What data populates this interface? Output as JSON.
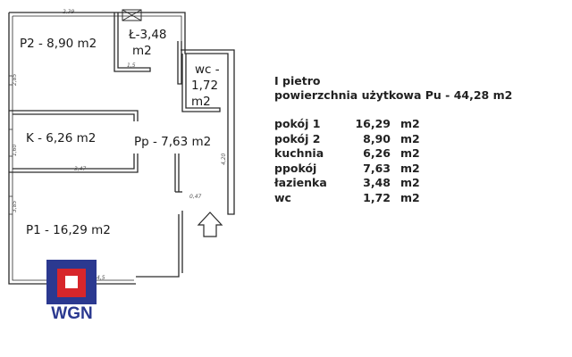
{
  "plan": {
    "rooms": {
      "p2": "P2 - 8,90 m2",
      "bath_line1": "Ł-3,48",
      "bath_line2": "m2",
      "wc_line1": "wc -",
      "wc_line2": "1,72",
      "wc_line3": "m2",
      "kitchen": "K - 6,26 m2",
      "hall": "Pp - 7,63 m2",
      "p1": "P1 - 16,29 m2"
    },
    "dimensions": {
      "top": "2,39",
      "p2_left": "2,85",
      "bath_bottom": "1,5",
      "k_left": "1,60",
      "k_bottom": "3,47",
      "hall_right": "4,20",
      "hall_small": "0,47",
      "p1_left": "3,85",
      "p1_bottom": "4,5"
    }
  },
  "info": {
    "title": "I pietro",
    "subtitle": "powierzchnia użytkowa Pu - 44,28 m2",
    "areas": [
      {
        "name": "pokój 1",
        "value": "16,29",
        "unit": "m2"
      },
      {
        "name": "pokój 2",
        "value": "8,90",
        "unit": "m2"
      },
      {
        "name": "kuchnia",
        "value": "6,26",
        "unit": "m2"
      },
      {
        "name": "ppokój",
        "value": "7,63",
        "unit": "m2"
      },
      {
        "name": "łazienka",
        "value": "3,48",
        "unit": "m2"
      },
      {
        "name": "wc",
        "value": "1,72",
        "unit": "m2"
      }
    ]
  },
  "logo": {
    "brand": "WGN",
    "colors": {
      "blue": "#2b3990",
      "red": "#d7262b"
    }
  }
}
